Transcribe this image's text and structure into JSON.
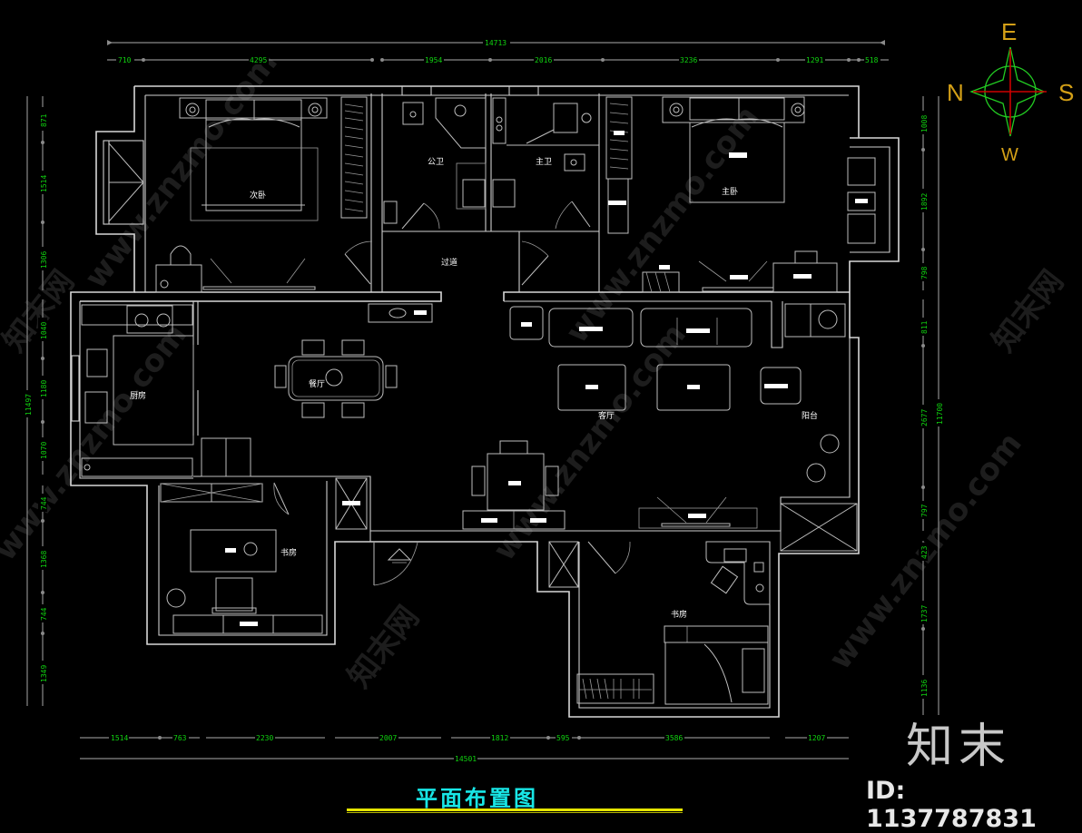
{
  "drawing": {
    "title": "平面布置图",
    "title_color": "#18e6e6",
    "underline_color": "#e6e600",
    "background": "#000000",
    "dimension_color": "#10d410",
    "wall_color": "#d8d8d8"
  },
  "compass": {
    "top": "E",
    "left": "N",
    "right": "S",
    "bottom": "W",
    "letter_color": "#d4a017",
    "ring_color": "#22cc22",
    "cross_color": "#cc0000"
  },
  "rooms": {
    "second_bedroom": "次卧",
    "public_bath": "公卫",
    "master_bath": "主卫",
    "master_bedroom": "主卧",
    "corridor": "过道",
    "kitchen": "厨房",
    "dining": "餐厅",
    "living": "客厅",
    "balcony": "阳台",
    "study_left": "书房",
    "study_right": "书房"
  },
  "dimensions": {
    "top_total": "14713",
    "top": [
      "710",
      "4295",
      "1954",
      "2016",
      "3236",
      "1291",
      "518"
    ],
    "bottom": [
      "1514",
      "763",
      "2230",
      "2007",
      "1812",
      "595",
      "3586",
      "1207"
    ],
    "bottom_total": "14501",
    "left_total": "11497",
    "left": [
      "871",
      "1514",
      "1306",
      "1040",
      "1180",
      "1070",
      "744",
      "1368",
      "744",
      "1349"
    ],
    "right_total": "11700",
    "right": [
      "1008",
      "1892",
      "798",
      "811",
      "2677",
      "797",
      "423",
      "1737",
      "1136"
    ]
  },
  "watermark": {
    "brand": "知末",
    "id_text": "ID: 1137787831",
    "site": "www.znzmo.com",
    "site_cn": "知末网"
  }
}
